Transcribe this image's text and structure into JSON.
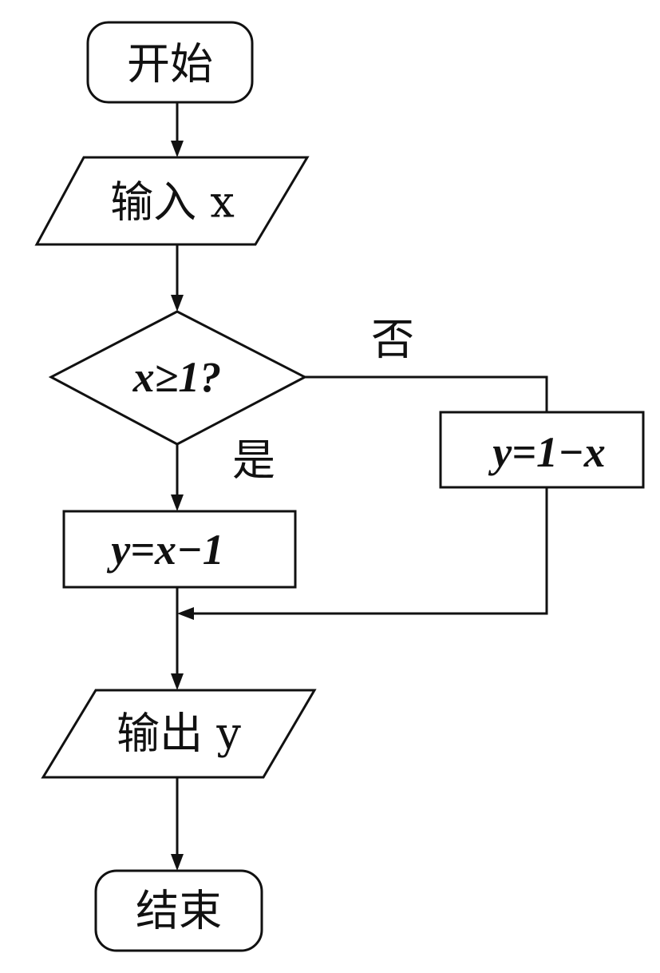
{
  "nodes": {
    "start": "开始",
    "input": "输入 x",
    "decision": "x≥1?",
    "yes_process": "y=x−1",
    "no_process": "y=1−x",
    "output": "输出 y",
    "end": "结束"
  },
  "branches": {
    "yes": "是",
    "no": "否"
  }
}
